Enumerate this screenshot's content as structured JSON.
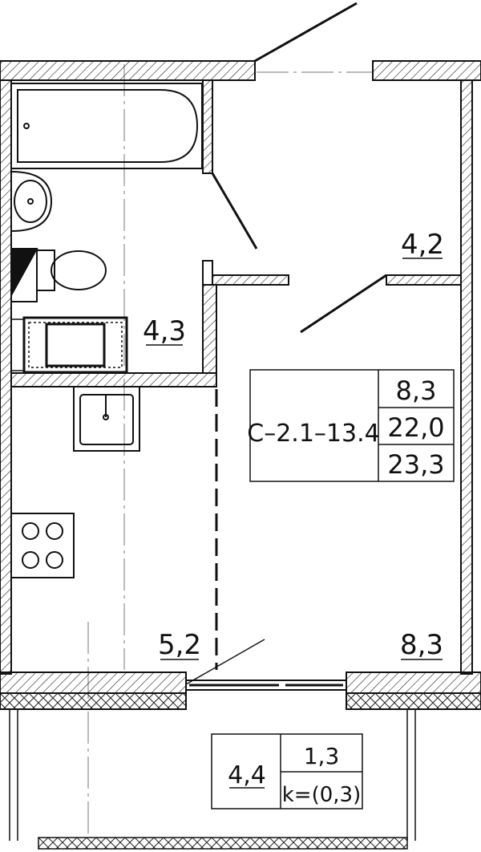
{
  "rooms": {
    "bathroom_area": "4,3",
    "hall_area": "4,2",
    "kitchen_area": "5,2",
    "living_area": "8,3",
    "balcony_area": "4,4"
  },
  "apartment": {
    "code": "С–2.1–13.4",
    "living_area": "8,3",
    "total_without_balcony": "22,0",
    "total_area": "23,3"
  },
  "balcony": {
    "reduced_area": "1,3",
    "coefficient": "k=(0,3)"
  },
  "colors": {
    "line": "#111111",
    "hatch": "#222222",
    "axis": "#777777",
    "background": "#ffffff"
  }
}
